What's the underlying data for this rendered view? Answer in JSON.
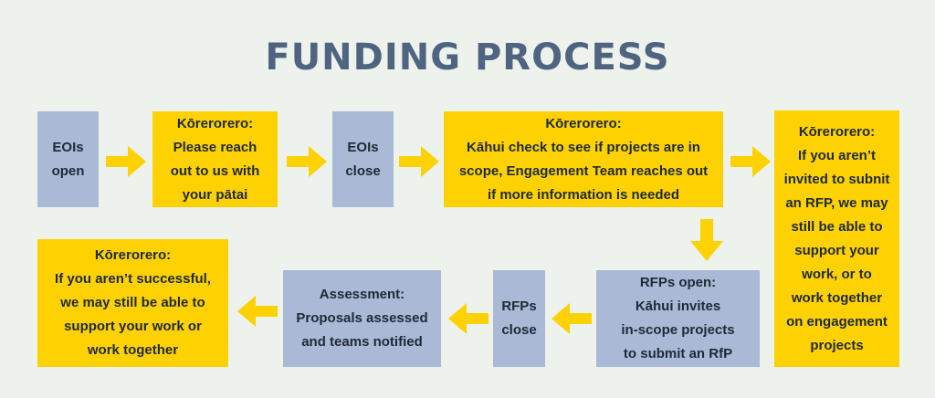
{
  "title": "FUNDING PROCESS",
  "steps": {
    "eois_open": "EOIs\nopen",
    "korero_1": {
      "heading": "Kōrerorero:",
      "body": "Please reach\nout to us with\nyour pātai"
    },
    "eois_close": "EOIs\nclose",
    "korero_2": {
      "heading": "Kōrerorero:",
      "body": "Kāhui check to see if projects are in\nscope, Engagement Team reaches out\nif more information is needed"
    },
    "korero_3": {
      "heading": "Kōrerorero:",
      "body": "If you aren’t\ninvited to subnit\nan RFP, we may\nstill be able to\nsupport your\nwork, or to\nwork together\non engagement\nprojects"
    },
    "rfps_open": {
      "heading": "RFPs open:",
      "body": "Kāhui invites\nin-scope projects\nto submit an RfP"
    },
    "rfps_close": "RFPs\nclose",
    "assessment": {
      "heading": "Assessment:",
      "body": "Proposals assessed\nand teams notified"
    },
    "korero_4": {
      "heading": "Kōrerorero:",
      "body": "If you aren’t successful,\nwe may still be able to\nsupport your work or\nwork together"
    }
  },
  "colors": {
    "background": "#eef2ec",
    "blue_box": "#a9b9d6",
    "yellow_box": "#fed102",
    "arrow": "#fed102",
    "title": "#4f6480"
  }
}
